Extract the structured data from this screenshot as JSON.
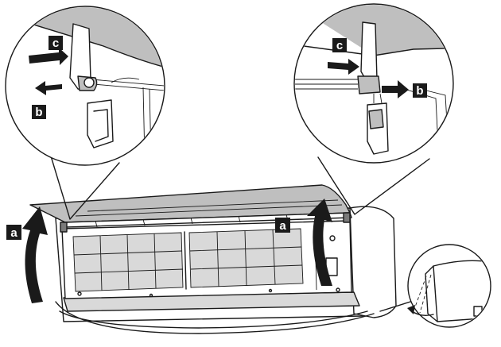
{
  "labels": {
    "a_left": "a",
    "a_right": "a",
    "b_left": "b",
    "b_right": "b",
    "c_left": "c",
    "c_right": "c"
  },
  "colors": {
    "ink": "#1a1a1a",
    "panel_grey": "#bfbfbf",
    "light_grey": "#d9d9d9",
    "dark_grey": "#7a7a7a",
    "label_bg": "#1a1a1a",
    "label_text": "#ffffff"
  }
}
